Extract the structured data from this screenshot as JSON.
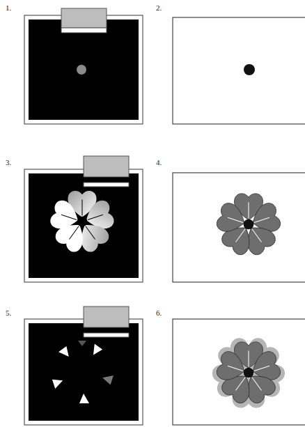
{
  "diagram": {
    "labels": [
      "1.",
      "2.",
      "3.",
      "4.",
      "5.",
      "6."
    ]
  }
}
